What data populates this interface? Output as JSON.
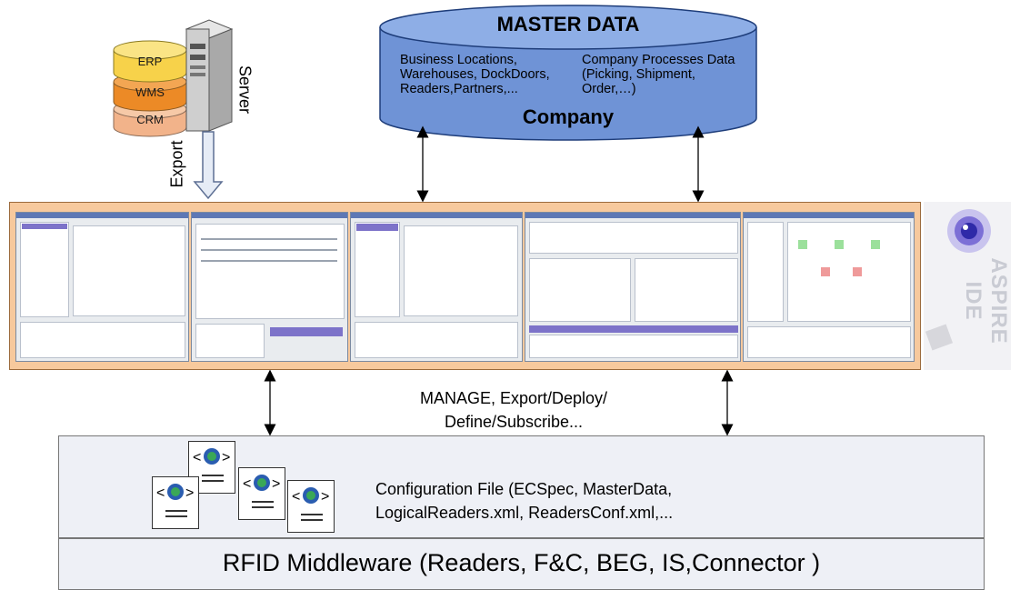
{
  "master_data": {
    "title": "MASTER DATA",
    "left_text": "Business Locations, Warehouses, DockDoors, Readers,Partners,...",
    "right_text": "Company Processes Data (Picking, Shipment, Order,…)",
    "subtitle": "Company"
  },
  "sources": {
    "erp": "ERP",
    "wms": "WMS",
    "crm": "CRM",
    "server_label": "Server",
    "export_label": "Export"
  },
  "ide": {
    "logo_text": "ASPIRE IDE",
    "screenshot_count": 5
  },
  "manage_text_line1": "MANAGE, Export/Deploy/",
  "manage_text_line2": "Define/Subscribe...",
  "config": {
    "line1": "Configuration File (ECSpec, MasterData,",
    "line2": "LogicalReaders.xml, ReadersConf.xml,..."
  },
  "middleware": {
    "label": "RFID Middleware (Readers, F&C, BEG, IS,Connector )"
  },
  "colors": {
    "cylinder_fill": "#6f93d6",
    "ide_band": "#f7c99d",
    "erp": "#f7d24a",
    "wms": "#ec8a26",
    "crm": "#f2b38a",
    "bottom_fill": "#eef0f6"
  }
}
